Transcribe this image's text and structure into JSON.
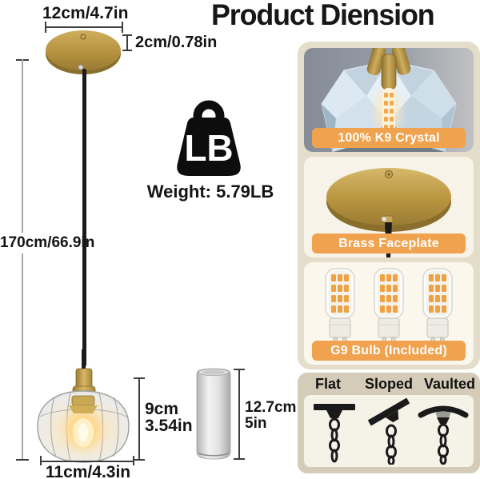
{
  "title": "Product Diension",
  "diagram": {
    "canopy_width": "12cm/4.7in",
    "canopy_height": "2cm/0.78in",
    "cord_length": "170cm/66.9in",
    "shade_height_cm": "9cm",
    "shade_height_in": "3.54in",
    "shade_width": "11cm/4.3in",
    "can_height_cm": "12.7cm",
    "can_height_in": "5in",
    "weight_unit": "LB",
    "weight_text": "Weight: 5.79LB"
  },
  "features": [
    {
      "label": "100% K9 Crystal",
      "icon": "crystal-shade-photo"
    },
    {
      "label": "Brass Faceplate",
      "icon": "brass-canopy-photo"
    },
    {
      "label": "G9 Bulb (Included)",
      "icon": "g9-bulbs-photo"
    }
  ],
  "mounting": {
    "types": [
      "Flat",
      "Sloped",
      "Vaulted"
    ]
  },
  "colors": {
    "banner_orange": "#f0a24e",
    "panel_beige": "#e4ddcb",
    "mount_panel_tan": "#d4ccb9",
    "brass_gold": "#bd9b4c",
    "crystal_card_bg": "#8e95a0",
    "cord_black": "#1b1b1b"
  }
}
